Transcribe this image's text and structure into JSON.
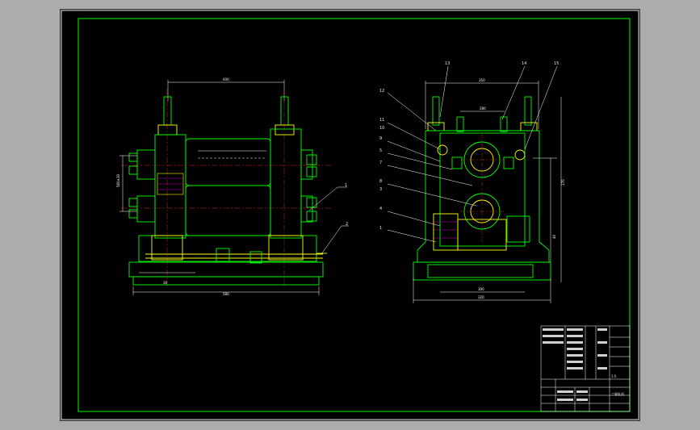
{
  "left_view": {
    "dimensions": {
      "top": "400",
      "bottom": "580",
      "left_vertical": "560±30",
      "base": "30"
    },
    "callouts": [
      "1",
      "2"
    ]
  },
  "right_view": {
    "dimensions": {
      "top": "350",
      "inner": "280",
      "bottom": "300",
      "base_lower": "320",
      "right_vertical": "170",
      "right_lower": "40"
    },
    "callouts_left": [
      "12",
      "11",
      "10",
      "9",
      "5",
      "7",
      "8",
      "3",
      "4",
      "1"
    ],
    "callouts_top": [
      "13",
      "14",
      "15"
    ]
  },
  "title_block": {
    "title": "二辊轧机",
    "scale": "1:5"
  },
  "colors": {
    "background": "#000000",
    "border": "#00ff00",
    "outline": "#ffffff",
    "drawing": "#00ff00",
    "accent": "#ffff00",
    "hidden": "#ff00ff"
  }
}
